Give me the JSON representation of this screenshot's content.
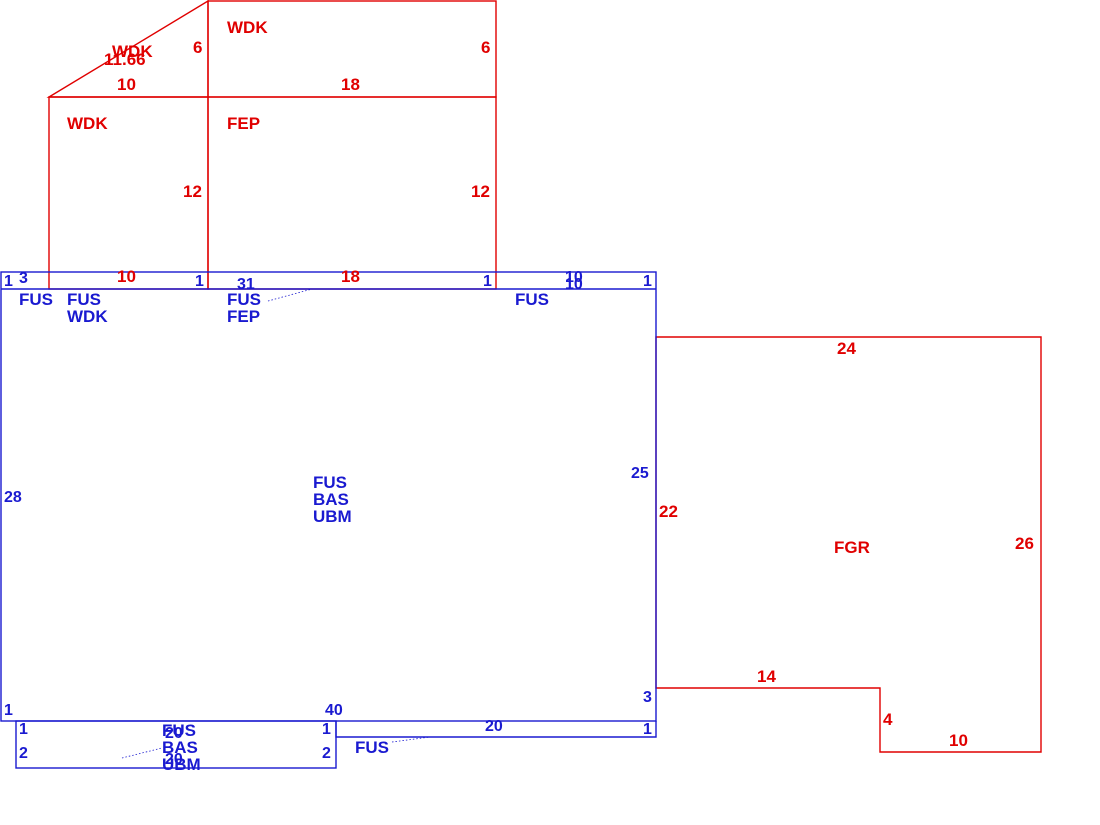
{
  "colors": {
    "upper_floor": "#e00000",
    "main_floor": "#1a1ad0",
    "background": "#ffffff"
  },
  "areas": {
    "wdk_corner": "WDK",
    "wdk_top": "WDK",
    "wdk_left": "WDK",
    "fep_top": "FEP",
    "fgr": "FGR",
    "main_fus_left": "FUS",
    "main_fus_wdk": "FUS",
    "main_wdk": "WDK",
    "main_fus_fep": "FUS",
    "main_fep": "FEP",
    "main_fus_right": "FUS",
    "main_fus_center": "FUS",
    "main_bas_center": "BAS",
    "main_ubm_center": "UBM",
    "bottom_fus": "FUS",
    "bottom_bas": "BAS",
    "bottom_ubm": "UBM",
    "bottom_right_fus": "FUS"
  },
  "dims_red": {
    "diag": "11.66",
    "wdk_corner_top": "10",
    "wdk_corner_side": "6",
    "wdk_top_right": "6",
    "wdk_top_bottom": "18",
    "wdk_left_bottom": "10",
    "wdk_left_side": "12",
    "fep_side": "12",
    "fep_bottom": "18",
    "fgr_top": "24",
    "fgr_left": "22",
    "fgr_right": "26",
    "fgr_step_top": "14",
    "fgr_step_side": "4",
    "fgr_bottom": "10"
  },
  "dims_blue": {
    "tl_1": "1",
    "tl_3": "3",
    "mid_1a": "1",
    "mid_31": "31",
    "right_1a": "1",
    "right_10a": "10",
    "right_10b": "10",
    "far_right_1": "1",
    "left_28": "28",
    "right_25": "25",
    "bl_1": "1",
    "bottom_40": "40",
    "right_3": "3",
    "sub_1a": "1",
    "sub_2a": "2",
    "sub_20": "20",
    "sub_1b": "1",
    "sub_2b": "2",
    "sub_20b": "20",
    "br_20": "20",
    "br_1": "1"
  }
}
